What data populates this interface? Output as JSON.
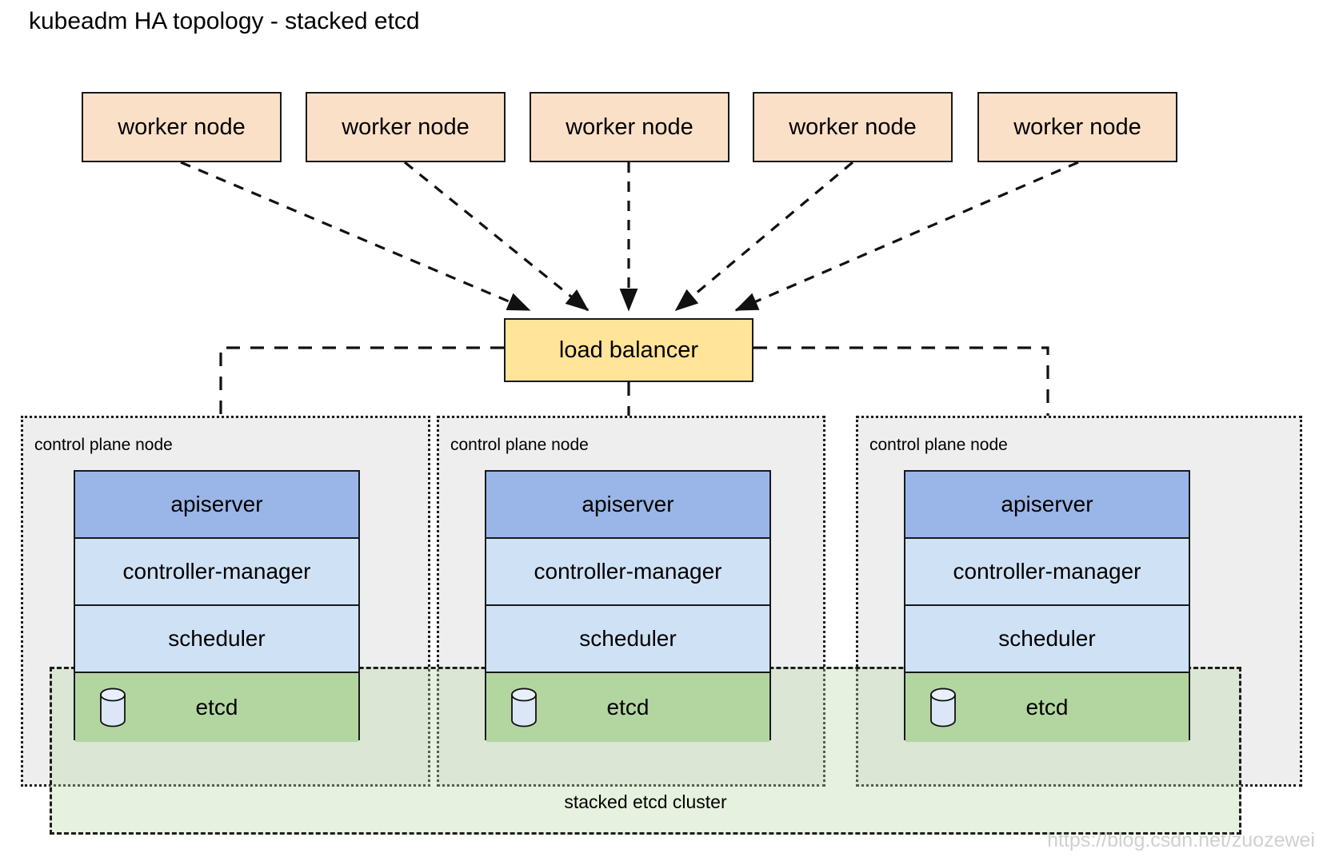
{
  "title": "kubeadm HA topology - stacked etcd",
  "watermark": "https://blog.csdn.net/zuozewei",
  "colors": {
    "worker_fill": "#fbe0c8",
    "load_balancer_fill": "#ffe49a",
    "apiserver_fill": "#9ab6e8",
    "component_fill": "#cfe1f5",
    "etcd_fill": "#b3d6a0",
    "control_plane_fill": "#eeeeee",
    "etcd_cluster_fill": "#dceacf",
    "stroke": "#16191d",
    "background": "#ffffff"
  },
  "worker_nodes": [
    {
      "label": "worker node"
    },
    {
      "label": "worker node"
    },
    {
      "label": "worker node"
    },
    {
      "label": "worker node"
    },
    {
      "label": "worker node"
    }
  ],
  "load_balancer": {
    "label": "load balancer"
  },
  "control_planes": [
    {
      "label": "control plane node",
      "components": [
        {
          "name": "apiserver",
          "label": "apiserver"
        },
        {
          "name": "controller-manager",
          "label": "controller-manager"
        },
        {
          "name": "scheduler",
          "label": "scheduler"
        },
        {
          "name": "etcd",
          "label": "etcd",
          "icon": "database-cylinder-icon"
        }
      ]
    },
    {
      "label": "control plane node",
      "components": [
        {
          "name": "apiserver",
          "label": "apiserver"
        },
        {
          "name": "controller-manager",
          "label": "controller-manager"
        },
        {
          "name": "scheduler",
          "label": "scheduler"
        },
        {
          "name": "etcd",
          "label": "etcd",
          "icon": "database-cylinder-icon"
        }
      ]
    },
    {
      "label": "control plane node",
      "components": [
        {
          "name": "apiserver",
          "label": "apiserver"
        },
        {
          "name": "controller-manager",
          "label": "controller-manager"
        },
        {
          "name": "scheduler",
          "label": "scheduler"
        },
        {
          "name": "etcd",
          "label": "etcd",
          "icon": "database-cylinder-icon"
        }
      ]
    }
  ],
  "etcd_cluster": {
    "label": "stacked etcd cluster"
  },
  "connections": {
    "worker_to_lb": {
      "style": "dashed",
      "arrow": "to-load-balancer",
      "count": 5
    },
    "lb_to_apiserver": {
      "style": "dashed",
      "arrow": "none",
      "count": 3
    },
    "etcd_to_apiserver": {
      "style": "solid",
      "arrow": "bidirectional-elbow",
      "count": 3
    }
  }
}
